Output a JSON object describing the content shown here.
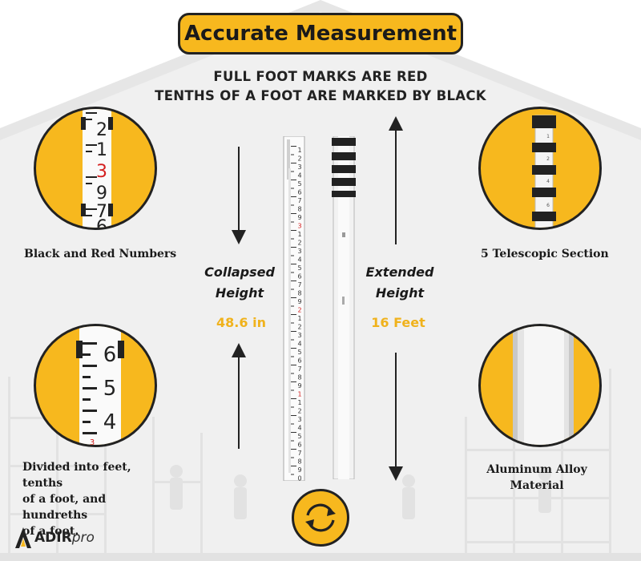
{
  "title": "Accurate Measurement",
  "subtitle": {
    "line1": "FULL FOOT MARKS ARE RED",
    "line2": "TENTHS OF A FOOT ARE MARKED BY BLACK"
  },
  "features": {
    "top_left": "Black and Red Numbers",
    "bottom_left": [
      "Divided into feet, tenths",
      "of a foot, and hundreths",
      "of a foot."
    ],
    "top_right": "5 Telescopic Section",
    "bottom_right": [
      "Aluminum Alloy",
      "Material"
    ]
  },
  "collapsed": {
    "label": [
      "Collapsed",
      "Height"
    ],
    "value": "48.6 in"
  },
  "extended": {
    "label": [
      "Extended",
      "Height"
    ],
    "value": "16 Feet"
  },
  "brand": {
    "name_bold": "ADIR",
    "name_light": "pro"
  },
  "colors": {
    "accent": "#f7b81e",
    "value_text": "#f0b21c",
    "red_marks": "#d42020",
    "dark": "#222222"
  },
  "icons": [
    "arrow-down-icon",
    "arrow-up-icon",
    "swap-cycle-icon",
    "adirpro-logo-icon"
  ]
}
